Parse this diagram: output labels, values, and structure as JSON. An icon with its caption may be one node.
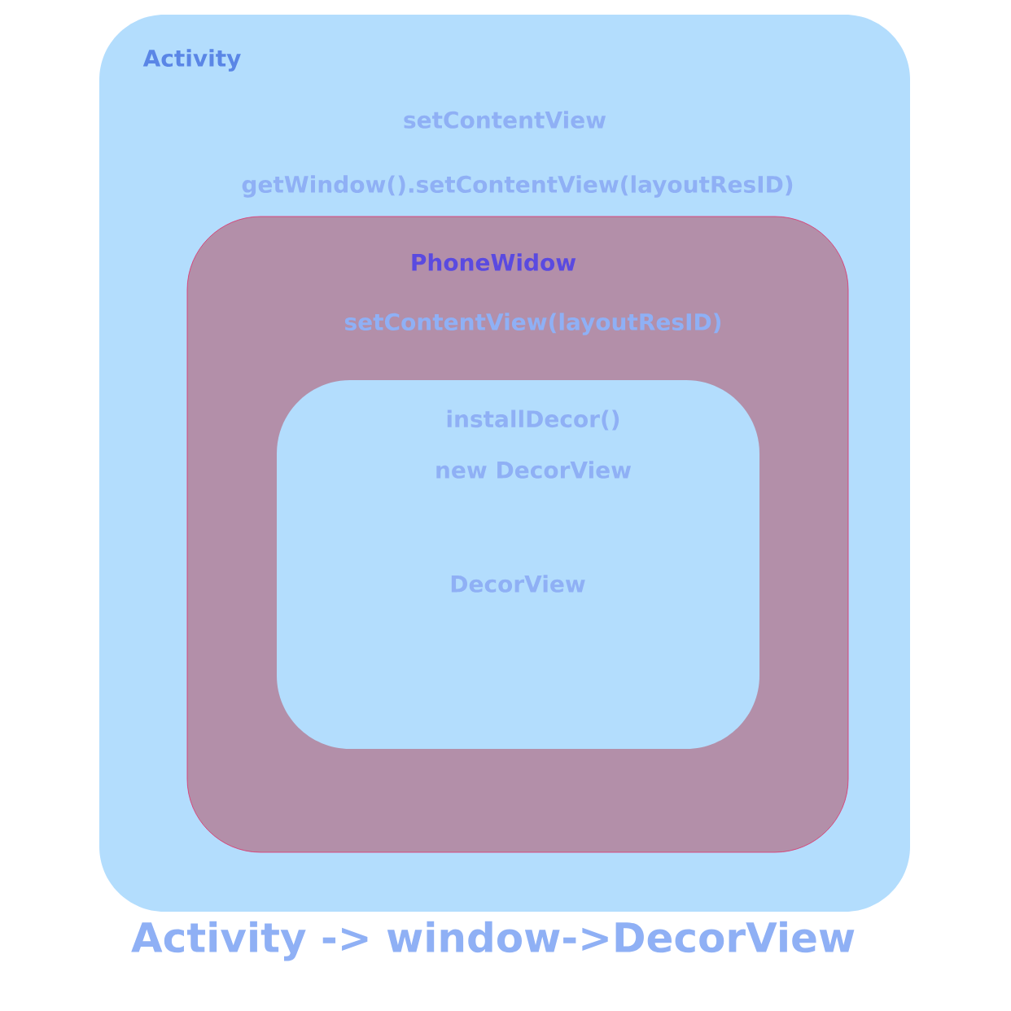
{
  "diagram": {
    "caption": "Activity -> window->DecorView",
    "nodes": [
      {
        "text": [
          "Activity",
          "setContentView",
          "getWindow().setContentView(layoutResID)"
        ]
      },
      {
        "text": [
          "PhoneWidow",
          "setContentView(layoutResID)"
        ],
        "in": 0
      },
      {
        "text": [
          "installDecor()",
          "new DecorView",
          "DecorView"
        ],
        "in": 1
      }
    ]
  }
}
